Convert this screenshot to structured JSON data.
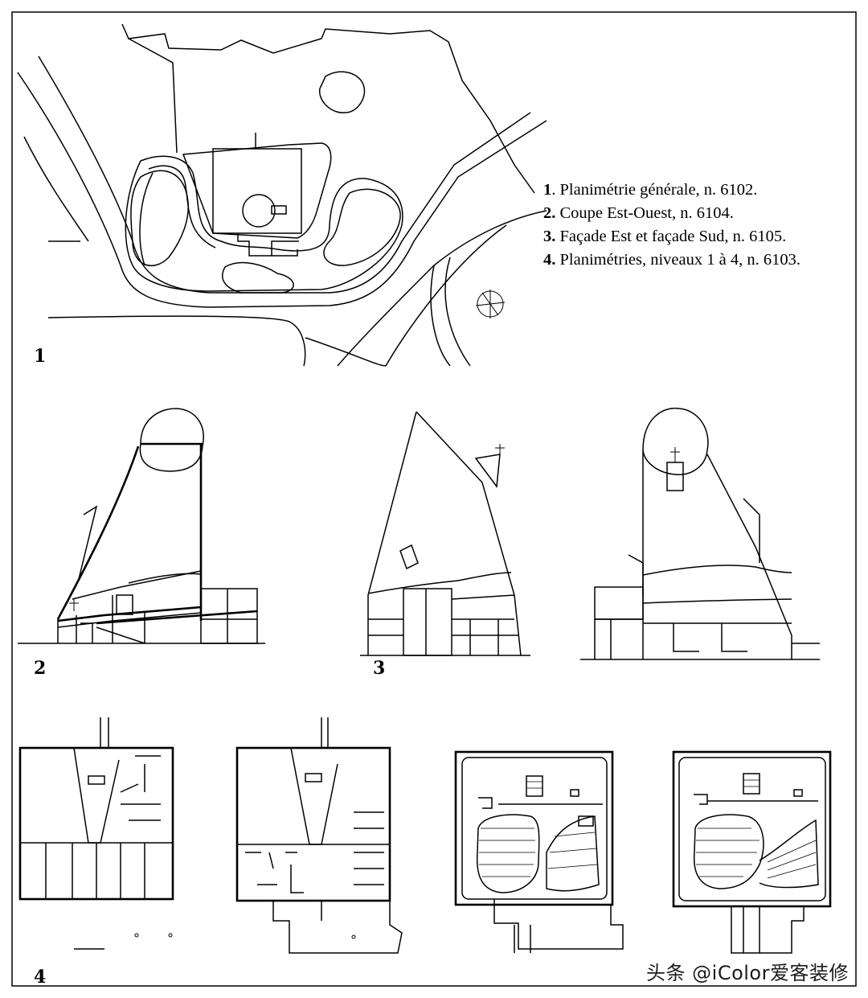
{
  "legend": [
    {
      "num": "1",
      "text": ". Planimétrie générale, n. 6102."
    },
    {
      "num": "2.",
      "text": " Coupe Est-Ouest, n. 6104."
    },
    {
      "num": "3.",
      "text": " Façade Est et façade Sud, n. 6105."
    },
    {
      "num": "4.",
      "text": " Planimétries, niveaux 1 à 4, n. 6103."
    }
  ],
  "panel_labels": {
    "p1": "1",
    "p2": "2",
    "p3": "3",
    "p4": "4"
  },
  "watermark": "头条 @iColor爱客装修",
  "icons": [
    "north-arrow-icon",
    "cross-icon"
  ]
}
